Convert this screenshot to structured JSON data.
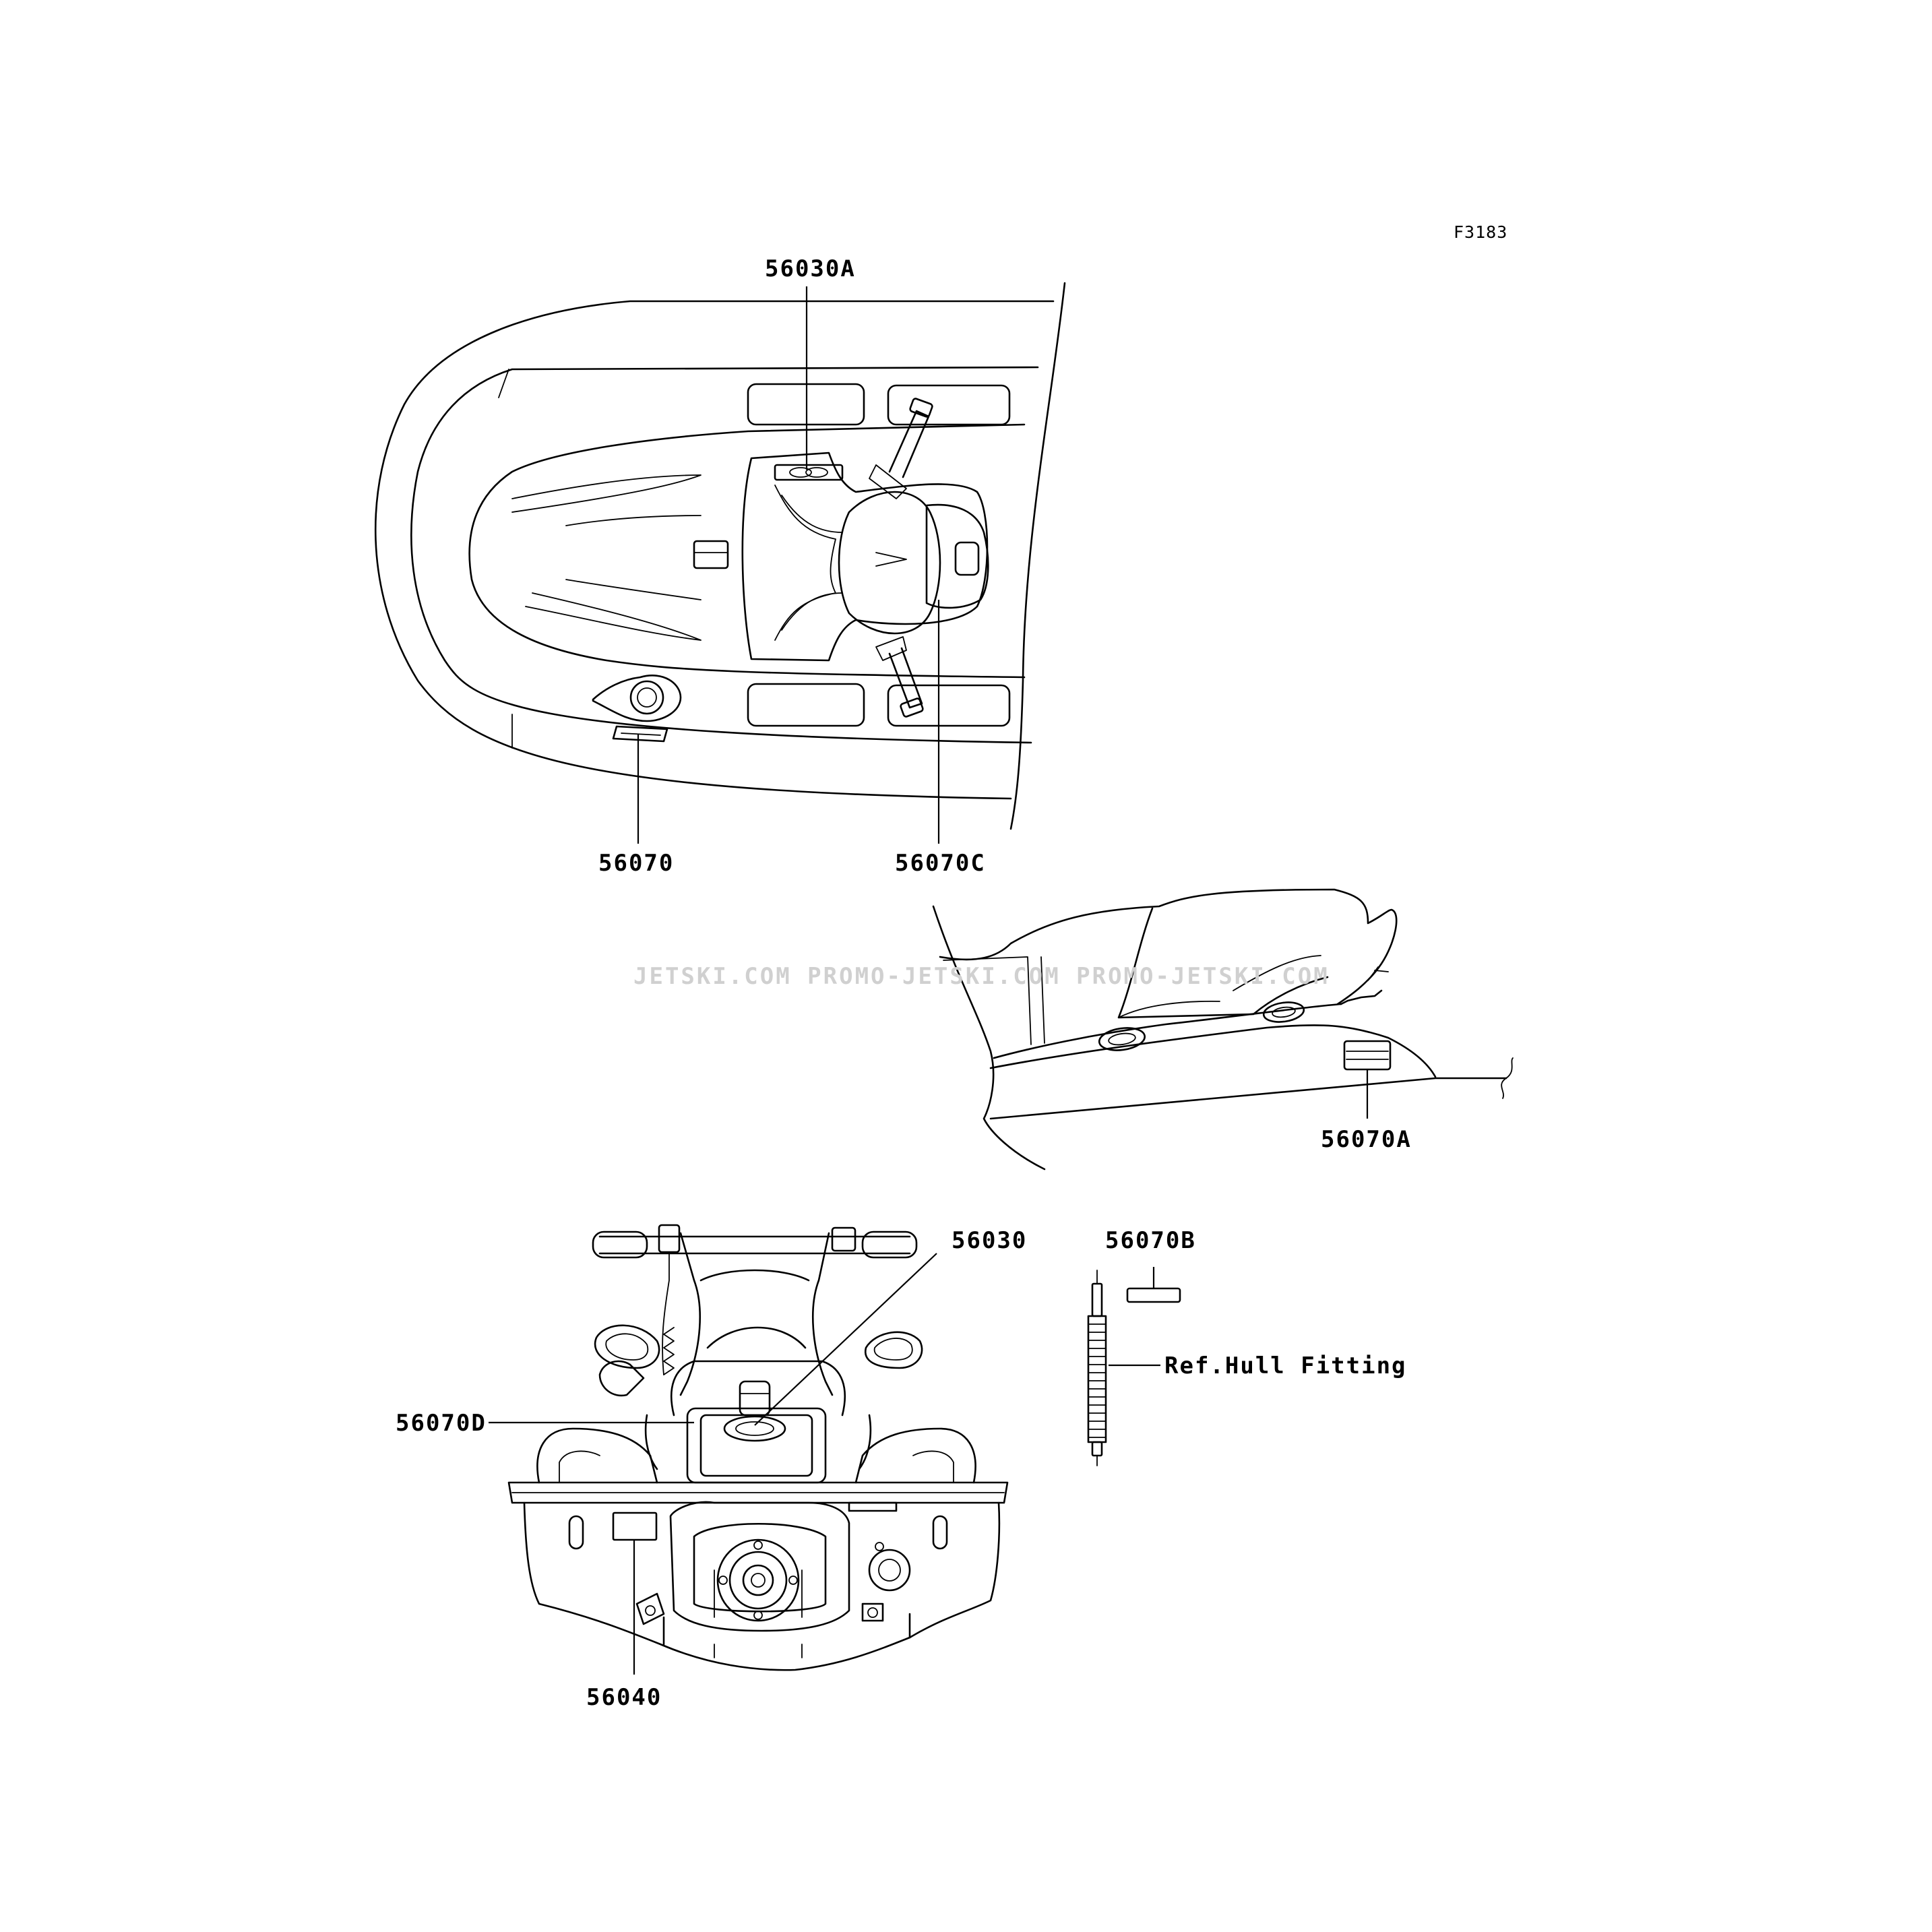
{
  "diagram": {
    "figure_code": "F3183",
    "watermark": "JETSKI.COM  PROMO-JETSKI.COM  PROMO-JETSKI.COM",
    "callouts": {
      "c56030A": "56030A",
      "c56070": "56070",
      "c56070C": "56070C",
      "c56070A": "56070A",
      "c56030": "56030",
      "c56070B": "56070B",
      "c56070D": "56070D",
      "c56040": "56040",
      "ref_hull": "Ref.Hull Fitting"
    },
    "colors": {
      "line": "#000000",
      "background": "#ffffff",
      "watermark": "#d0d0d0"
    }
  }
}
